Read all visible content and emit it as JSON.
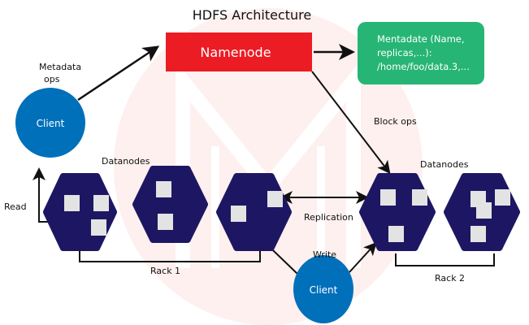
{
  "title": "HDFS Architecture",
  "namenode": {
    "label": "Namenode",
    "color": "#ec1c24"
  },
  "metadata_box": {
    "lines": [
      "Mentadate (Name,",
      "replicas,...):",
      "/home/foo/data.3,..."
    ],
    "color": "#26b574"
  },
  "clients": [
    {
      "label": "Client",
      "color": "#0070bb"
    },
    {
      "label": "Client",
      "color": "#0070bb"
    }
  ],
  "labels": {
    "metadata_ops_line1": "Metadata",
    "metadata_ops_line2": "ops",
    "block_ops": "Block ops",
    "datanodes_left": "Datanodes",
    "datanodes_right": "Datanodes",
    "read": "Read",
    "replication": "Replication",
    "write": "Write",
    "rack1": "Rack 1",
    "rack2": "Rack 2"
  },
  "datanode_color": "#1d1763",
  "block_color": "#e3e3e3"
}
